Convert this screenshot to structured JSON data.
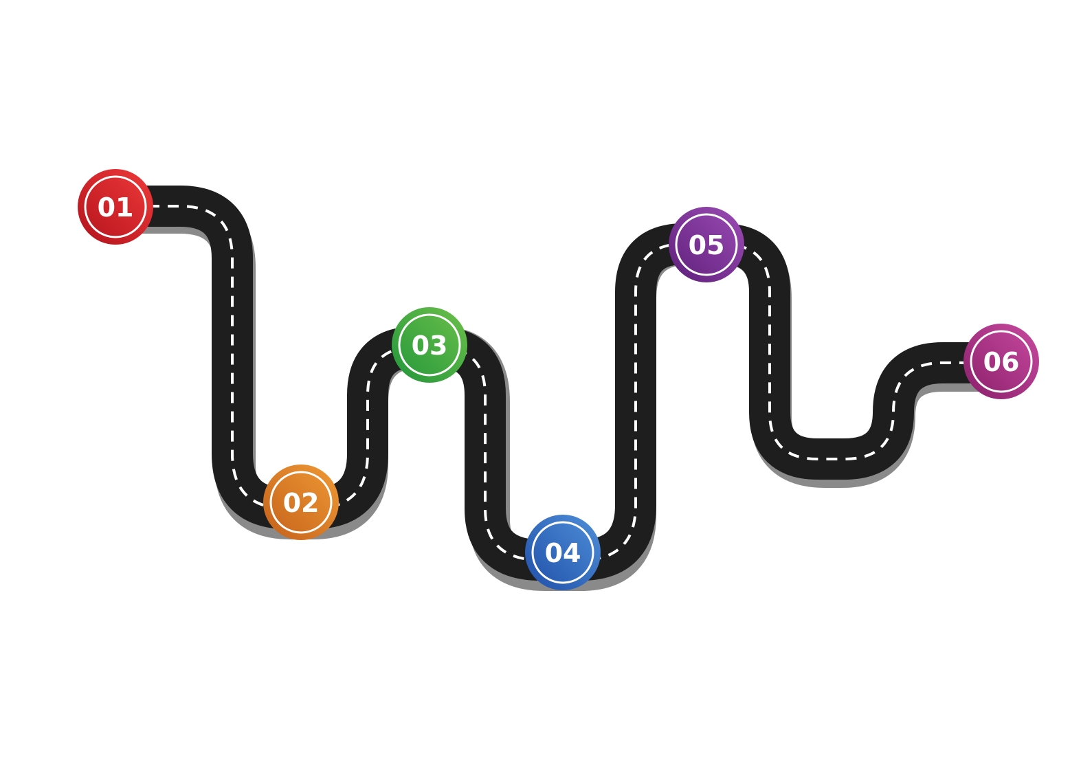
{
  "steps": [
    {
      "number": "01",
      "label": "",
      "color_light": "#ef3a3a",
      "color_dark": "#b3121c"
    },
    {
      "number": "02",
      "label": "",
      "color_light": "#f09a35",
      "color_dark": "#c4601a"
    },
    {
      "number": "03",
      "label": "",
      "color_light": "#6cc04a",
      "color_dark": "#22963a"
    },
    {
      "number": "04",
      "label": "",
      "color_light": "#4f8fd8",
      "color_dark": "#1f4fa8"
    },
    {
      "number": "05",
      "label": "",
      "color_light": "#9c4cb5",
      "color_dark": "#5e1f7a"
    },
    {
      "number": "06",
      "label": "",
      "color_light": "#c84aa0",
      "color_dark": "#8a1f6a"
    }
  ],
  "colors": {
    "road": "#1e1e1e",
    "road_shadow": "#8a8a8a",
    "lane_marking": "#ffffff"
  }
}
